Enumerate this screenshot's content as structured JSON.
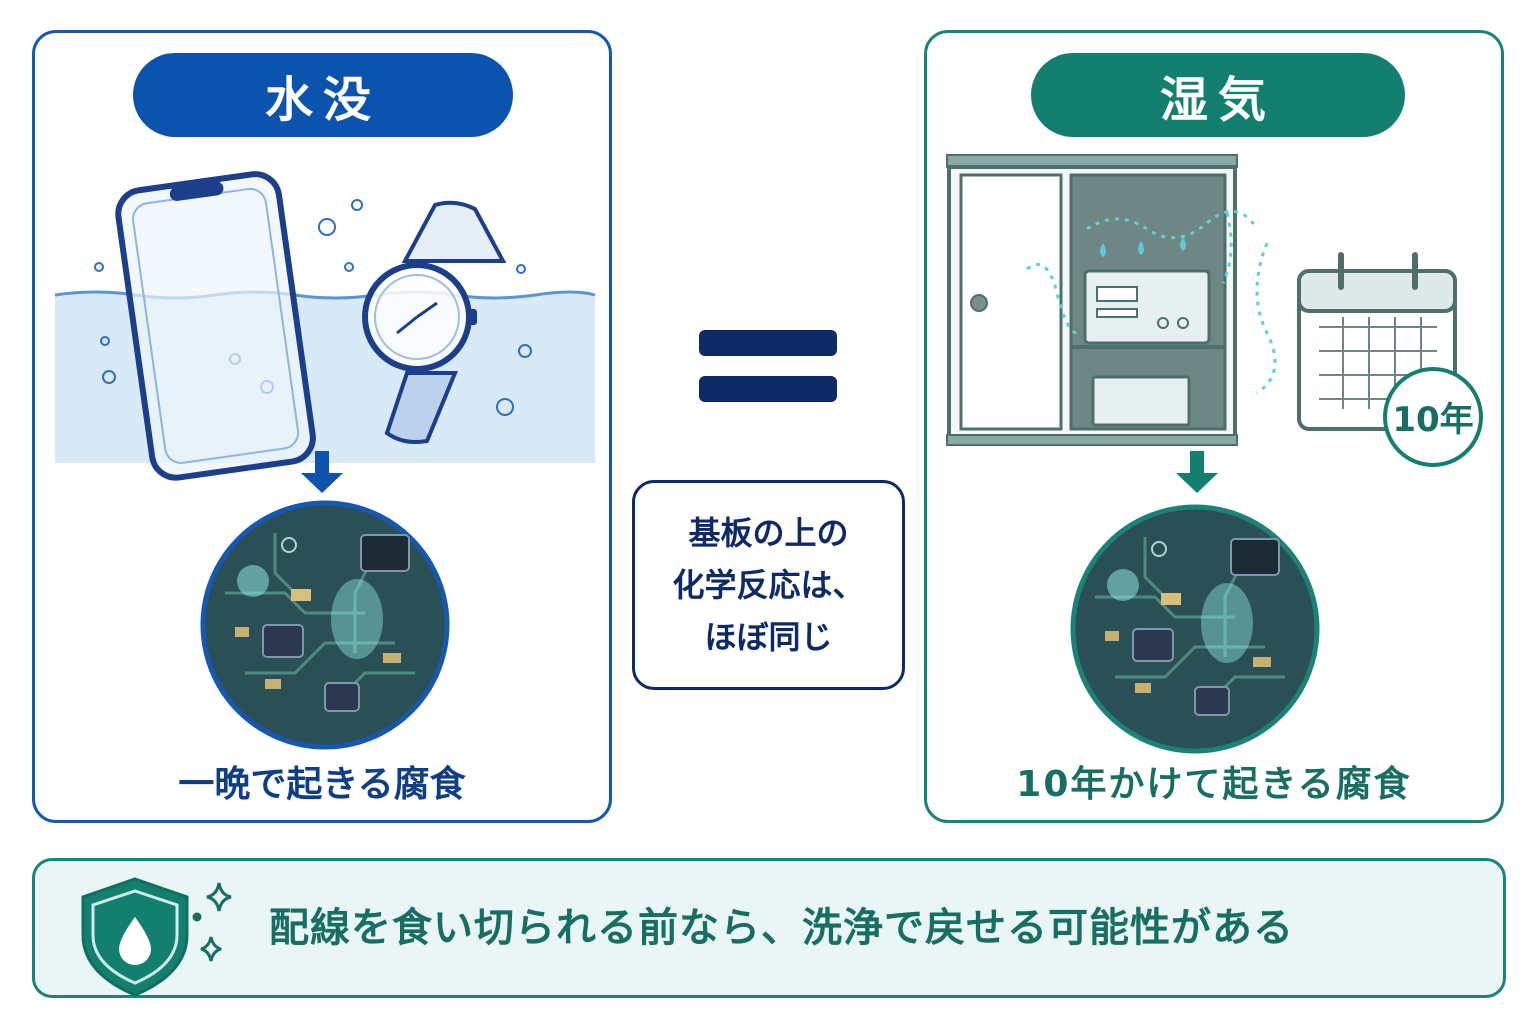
{
  "left_panel": {
    "title": "水没",
    "caption": "一晩で起きる腐食",
    "icons": [
      "smartphone-icon",
      "wristwatch-icon",
      "water-icon",
      "arrow-down-icon",
      "corroded-circuit-board-icon"
    ]
  },
  "center": {
    "lines": [
      "基板の上の",
      "化学反応は、",
      "ほぼ同じ"
    ],
    "icons": [
      "equals-icon"
    ]
  },
  "right_panel": {
    "title": "湿気",
    "calendar_badge": "10年",
    "caption": "10年かけて起きる腐食",
    "icons": [
      "cabinet-icon",
      "humidity-icon",
      "electronic-device-icon",
      "calendar-icon",
      "arrow-down-icon",
      "corroded-circuit-board-icon"
    ]
  },
  "banner": {
    "text": "配線を食い切られる前なら、洗浄で戻せる可能性がある",
    "icons": [
      "shield-droplet-icon",
      "sparkle-icon"
    ]
  },
  "colors": {
    "blue": "#0b53ad",
    "navy": "#0e2a66",
    "teal": "#13806f",
    "water": "#d8eaf8",
    "board": "#2a4f55"
  }
}
